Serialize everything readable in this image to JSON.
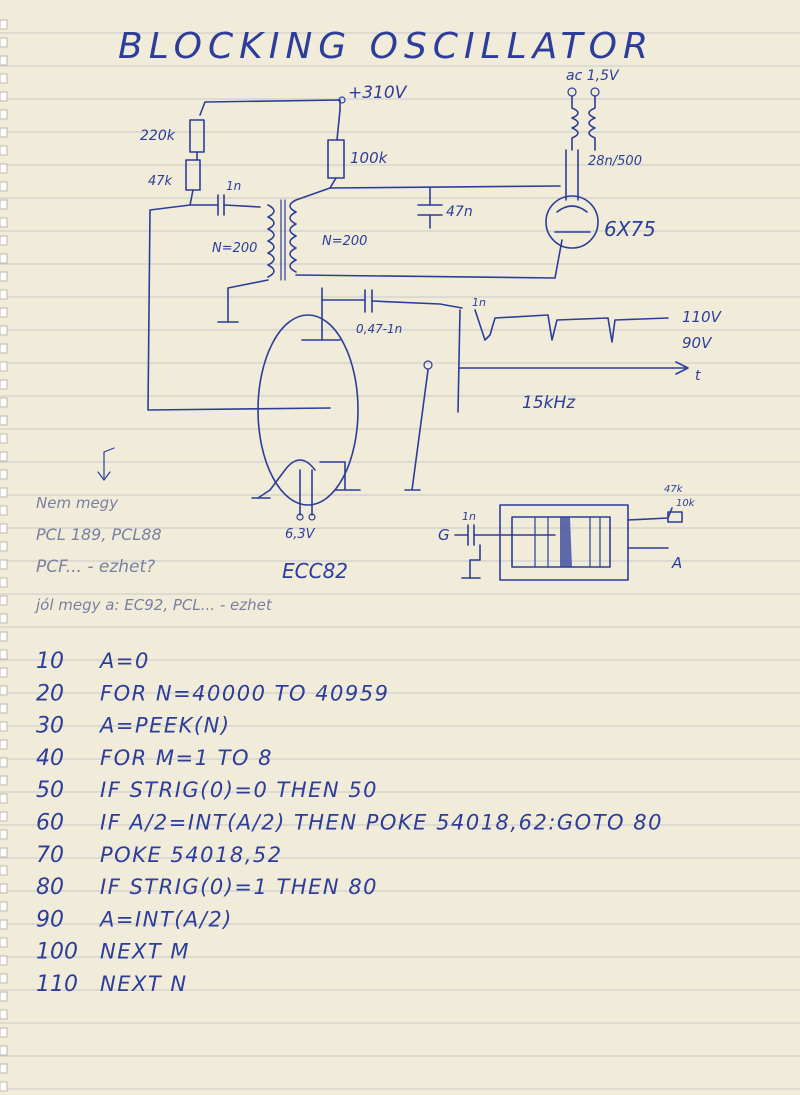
{
  "title": "BLOCKING OSCILLATOR",
  "schematic": {
    "supply": "+310V",
    "heater_supply": "ac 1,5V",
    "r1": "220k",
    "r2": "47k",
    "r3": "100k",
    "c_grid": "1n",
    "c_mid": "47n",
    "c_top": "28n/500",
    "winding_left": "N=200",
    "winding_right": "N=200",
    "tube_right": "6X75",
    "c_out": "0,47-1n",
    "c_out2": "1n",
    "v_high": "110V",
    "v_low": "90V",
    "axis_t": "t",
    "freq": "15kHz",
    "heater_tube": "6,3V",
    "tube_main": "ECC82"
  },
  "notes": {
    "line1": "Nem megy",
    "line2": "PCL 189, PCL88",
    "line3": "PCF... - ezhet?",
    "line4": "jól megy a: EC92, PCL... - ezhet"
  },
  "small_diagram": {
    "input_label": "G",
    "cap": "1n",
    "r_top": "47k",
    "r_top2": "10k",
    "output_label": "A"
  },
  "program": [
    {
      "num": "10",
      "code": "A=0"
    },
    {
      "num": "20",
      "code": "FOR N=40000 TO 40959"
    },
    {
      "num": "30",
      "code": "A=PEEK(N)"
    },
    {
      "num": "40",
      "code": "FOR M=1 TO 8"
    },
    {
      "num": "50",
      "code": "IF STRIG(0)=0 THEN 50"
    },
    {
      "num": "60",
      "code": "IF A/2=INT(A/2) THEN POKE 54018,62:GOTO 80"
    },
    {
      "num": "70",
      "code": "POKE 54018,52"
    },
    {
      "num": "80",
      "code": "IF STRIG(0)=1 THEN 80"
    },
    {
      "num": "90",
      "code": "A=INT(A/2)"
    },
    {
      "num": "100",
      "code": "NEXT M"
    },
    {
      "num": "110",
      "code": "NEXT N"
    }
  ]
}
